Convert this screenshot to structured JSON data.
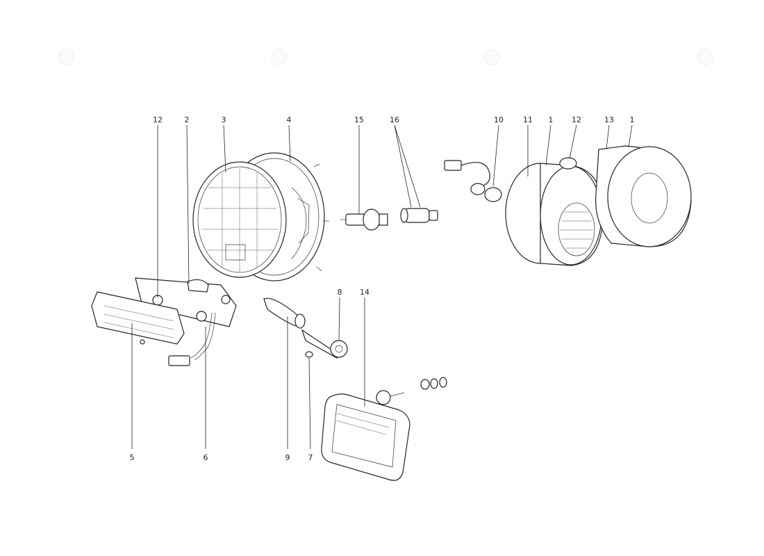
{
  "callouts": [
    {
      "id": "c12a",
      "label": "12"
    },
    {
      "id": "c2",
      "label": "2"
    },
    {
      "id": "c3",
      "label": "3"
    },
    {
      "id": "c4",
      "label": "4"
    },
    {
      "id": "c15",
      "label": "15"
    },
    {
      "id": "c16",
      "label": "16"
    },
    {
      "id": "c10",
      "label": "10"
    },
    {
      "id": "c11",
      "label": "11"
    },
    {
      "id": "c1a",
      "label": "1"
    },
    {
      "id": "c12b",
      "label": "12"
    },
    {
      "id": "c13",
      "label": "13"
    },
    {
      "id": "c1b",
      "label": "1"
    },
    {
      "id": "c8",
      "label": "8"
    },
    {
      "id": "c14",
      "label": "14"
    },
    {
      "id": "c5",
      "label": "5"
    },
    {
      "id": "c6",
      "label": "6"
    },
    {
      "id": "c9",
      "label": "9"
    },
    {
      "id": "c7",
      "label": "7"
    }
  ]
}
